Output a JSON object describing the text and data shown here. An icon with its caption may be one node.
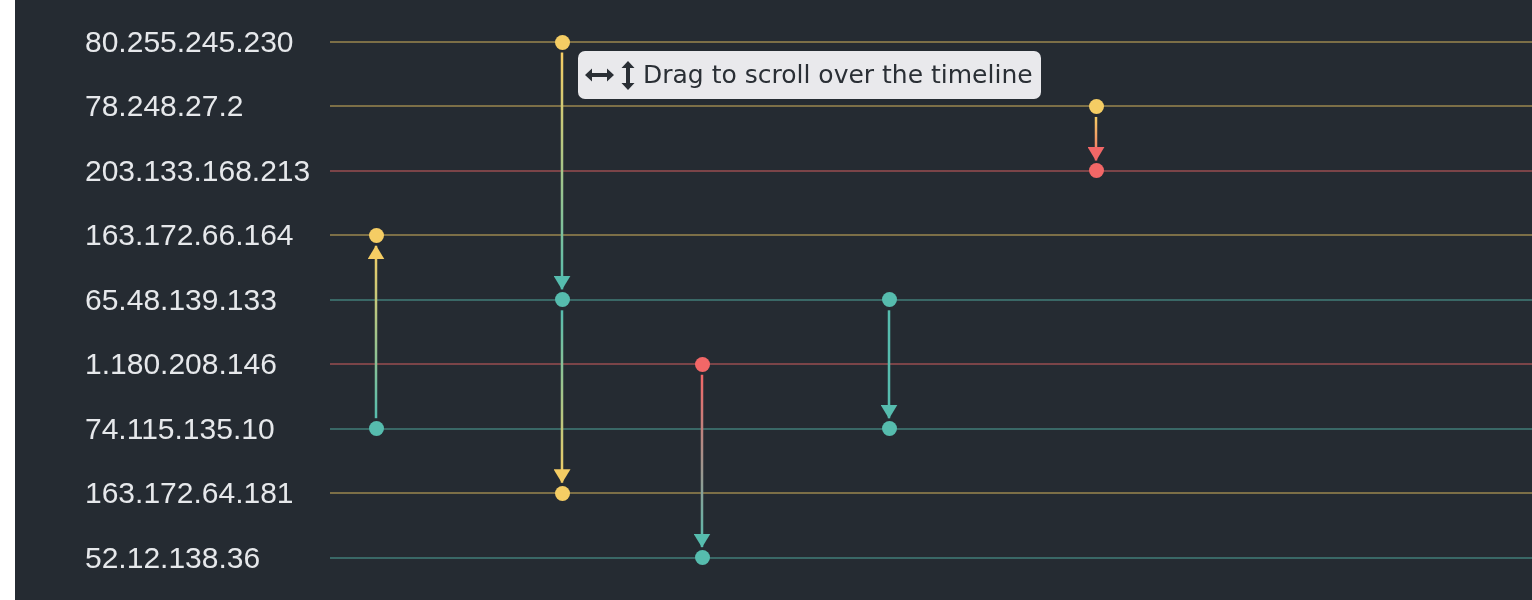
{
  "diagram": {
    "nodes": [
      {
        "text": [
          "80.255.245.230"
        ]
      },
      {
        "text": [
          "78.248.27.2"
        ]
      },
      {
        "text": [
          "203.133.168.213"
        ]
      },
      {
        "text": [
          "163.172.66.164"
        ]
      },
      {
        "text": [
          "65.48.139.133"
        ]
      },
      {
        "text": [
          "1.180.208.146"
        ]
      },
      {
        "text": [
          "74.115.135.10"
        ]
      },
      {
        "text": [
          "163.172.64.181"
        ]
      },
      {
        "text": [
          "52.12.138.36"
        ]
      },
      {
        "text": [],
        "shape": "circle",
        "in": 0
      },
      {
        "text": [],
        "shape": "circle",
        "in": 1
      },
      {
        "text": [],
        "shape": "circle",
        "in": 2
      },
      {
        "text": [],
        "shape": "circle",
        "in": 3
      },
      {
        "text": [],
        "shape": "circle",
        "in": 4
      },
      {
        "text": [],
        "shape": "circle",
        "in": 4
      },
      {
        "text": [],
        "shape": "circle",
        "in": 5
      },
      {
        "text": [],
        "shape": "circle",
        "in": 6
      },
      {
        "text": [],
        "shape": "circle",
        "in": 6
      },
      {
        "text": [],
        "shape": "circle",
        "in": 7
      },
      {
        "text": [],
        "shape": "circle",
        "in": 8
      }
    ],
    "edges": [
      {
        "from": 16,
        "to": 12,
        "arrow": "to"
      },
      {
        "from": 9,
        "to": 13,
        "arrow": "to"
      },
      {
        "from": 13,
        "to": 18,
        "arrow": "to"
      },
      {
        "from": 15,
        "to": 19,
        "arrow": "to"
      },
      {
        "from": 14,
        "to": 17,
        "arrow": "to"
      },
      {
        "from": 10,
        "to": 11,
        "arrow": "to"
      }
    ],
    "labels": [
      "Drag to scroll over the timeline"
    ]
  }
}
